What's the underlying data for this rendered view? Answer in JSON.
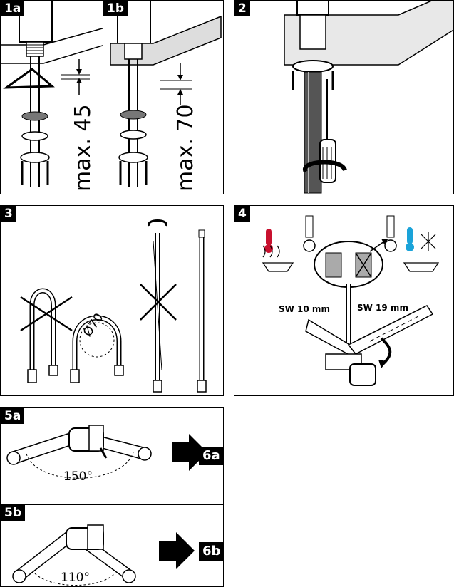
{
  "steps": {
    "s1a": {
      "label": "1a",
      "measure": "max. 45"
    },
    "s1b": {
      "label": "1b",
      "measure": "max. 70"
    },
    "s2": {
      "label": "2"
    },
    "s3": {
      "label": "3",
      "bend_diameter": "Ø70"
    },
    "s4": {
      "label": "4",
      "wrench_small": "SW 10 mm",
      "wrench_large": "SW 19 mm"
    },
    "s5a": {
      "label": "5a",
      "angle": "150°",
      "next": "6a"
    },
    "s5b": {
      "label": "5b",
      "angle": "110°",
      "next": "6b"
    }
  },
  "colors": {
    "hot": "#c8102e",
    "cold": "#1aa3d9",
    "ink": "#000000",
    "shade": "#555555"
  },
  "icons": [
    "hot-water-thermometer-icon",
    "cold-water-snowflake-icon",
    "rotate-arrow-icon",
    "cross-out-icon"
  ]
}
